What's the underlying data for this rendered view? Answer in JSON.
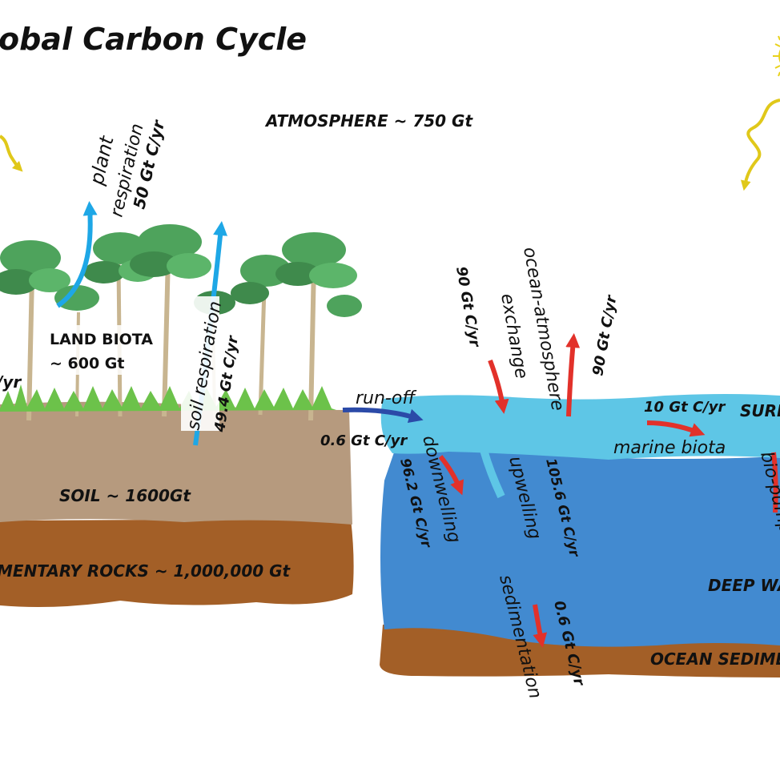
{
  "title": "obal Carbon Cycle",
  "labels": {
    "atmosphere": "ATMOSPHERE ~ 750 Gt",
    "land_biota_1": "LAND BIOTA",
    "land_biota_2": "~ 600 Gt",
    "soil": "SOIL ~ 1600Gt",
    "rocks": "MENTARY ROCKS ~ 1,000,000 Gt",
    "partial_flux_left": "/yr",
    "plant_resp_1": "plant",
    "plant_resp_2": "respiration",
    "plant_resp_flux": "50 Gt C/yr",
    "soil_resp": "soil respiration",
    "soil_resp_flux": "49.4 Gt C/yr",
    "runoff": "run-off",
    "runoff_flux": "0.6 Gt C/yr",
    "exchange_1": "ocean-atmosphere",
    "exchange_2": "exchange",
    "flux_down_atm": "90 Gt C/yr",
    "flux_up_atm": "90 Gt C/yr",
    "downwelling": "downwelling",
    "downwelling_flux": "96.2 Gt C/yr",
    "upwelling": "upwelling",
    "upwelling_flux": "105.6 Gt C/yr",
    "marine_flux": "10 Gt C/yr",
    "marine_biota": "marine biota",
    "surface_water": "SURF",
    "bio_pump": "bio-pump",
    "deep_water": "DEEP WA",
    "sedimentation": "sedimentation",
    "sedimentation_flux": "0.6 Gt C/yr",
    "ocean_sediment": "OCEAN SEDIME"
  },
  "colors": {
    "sky_arrow": "#1ea7e6",
    "ocean_arrow": "#e2312a",
    "runoff_arrow": "#2b4aa8",
    "sun": "#e9d21c",
    "soil": "#b69a7e",
    "rock": "#a35f27",
    "surface_water": "#5ec6e6",
    "deep_water": "#428ad0",
    "tree_leaf": "#4ea35c",
    "grass": "#6cc24a"
  },
  "icons": [
    "sun-icon",
    "sunlight-arrow-icon",
    "tree-icon"
  ]
}
